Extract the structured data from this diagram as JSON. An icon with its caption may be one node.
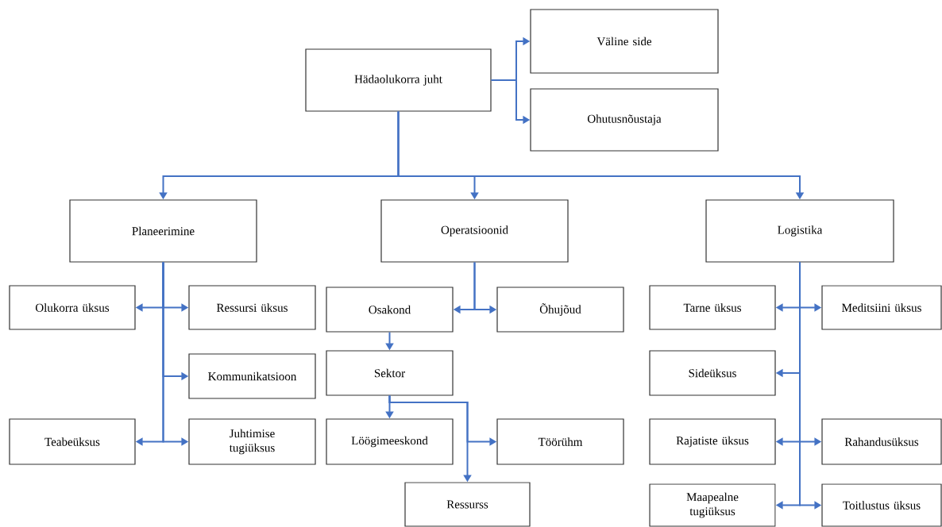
{
  "diagram": {
    "nodes": [
      {
        "text": [
          "Hädaolukorra juht"
        ]
      },
      {
        "text": [
          "Väline side"
        ]
      },
      {
        "text": [
          "Ohutusnõustaja"
        ]
      },
      {
        "text": [
          "Planeerimine"
        ]
      },
      {
        "text": [
          "Operatsioonid"
        ]
      },
      {
        "text": [
          "Logistika"
        ]
      },
      {
        "text": [
          "Olukorra üksus"
        ]
      },
      {
        "text": [
          "Ressursi üksus"
        ]
      },
      {
        "text": [
          "Kommunikatsioon"
        ]
      },
      {
        "text": [
          "Teabeüksus"
        ]
      },
      {
        "text": [
          "Juhtimise tugiüksus"
        ]
      },
      {
        "text": [
          "Osakond"
        ]
      },
      {
        "text": [
          "Õhujõud"
        ]
      },
      {
        "text": [
          "Sektor"
        ]
      },
      {
        "text": [
          "Löögimeeskond"
        ]
      },
      {
        "text": [
          "Töörühm"
        ]
      },
      {
        "text": [
          "Ressurss"
        ]
      },
      {
        "text": [
          "Tarne üksus"
        ]
      },
      {
        "text": [
          "Meditsiini üksus"
        ]
      },
      {
        "text": [
          "Sideüksus"
        ]
      },
      {
        "text": [
          "Rajatiste üksus"
        ]
      },
      {
        "text": [
          "Rahandusüksus"
        ]
      },
      {
        "text": [
          "Maapealne tugiüksus"
        ]
      },
      {
        "text": [
          "Toitlustus üksus"
        ]
      }
    ],
    "edges": [
      {
        "from": 0,
        "to": 1,
        "arrow": "to"
      },
      {
        "from": 0,
        "to": 2,
        "arrow": "to"
      },
      {
        "from": 0,
        "to": 3,
        "arrow": "to"
      },
      {
        "from": 0,
        "to": 4,
        "arrow": "to"
      },
      {
        "from": 0,
        "to": 5,
        "arrow": "to"
      },
      {
        "from": 3,
        "to": 6,
        "arrow": "to"
      },
      {
        "from": 3,
        "to": 7,
        "arrow": "to"
      },
      {
        "from": 3,
        "to": 8,
        "arrow": "to"
      },
      {
        "from": 3,
        "to": 9,
        "arrow": "to"
      },
      {
        "from": 3,
        "to": 10,
        "arrow": "to"
      },
      {
        "from": 4,
        "to": 11,
        "arrow": "to"
      },
      {
        "from": 4,
        "to": 12,
        "arrow": "to"
      },
      {
        "from": 11,
        "to": 13,
        "arrow": "to"
      },
      {
        "from": 13,
        "to": 14,
        "arrow": "to"
      },
      {
        "from": 13,
        "to": 15,
        "arrow": "to"
      },
      {
        "from": 13,
        "to": 16,
        "arrow": "to"
      },
      {
        "from": 5,
        "to": 17,
        "arrow": "to"
      },
      {
        "from": 5,
        "to": 18,
        "arrow": "to"
      },
      {
        "from": 5,
        "to": 19,
        "arrow": "to"
      },
      {
        "from": 5,
        "to": 20,
        "arrow": "to"
      },
      {
        "from": 5,
        "to": 21,
        "arrow": "to"
      },
      {
        "from": 5,
        "to": 22,
        "arrow": "to"
      },
      {
        "from": 5,
        "to": 23,
        "arrow": "to"
      }
    ]
  }
}
